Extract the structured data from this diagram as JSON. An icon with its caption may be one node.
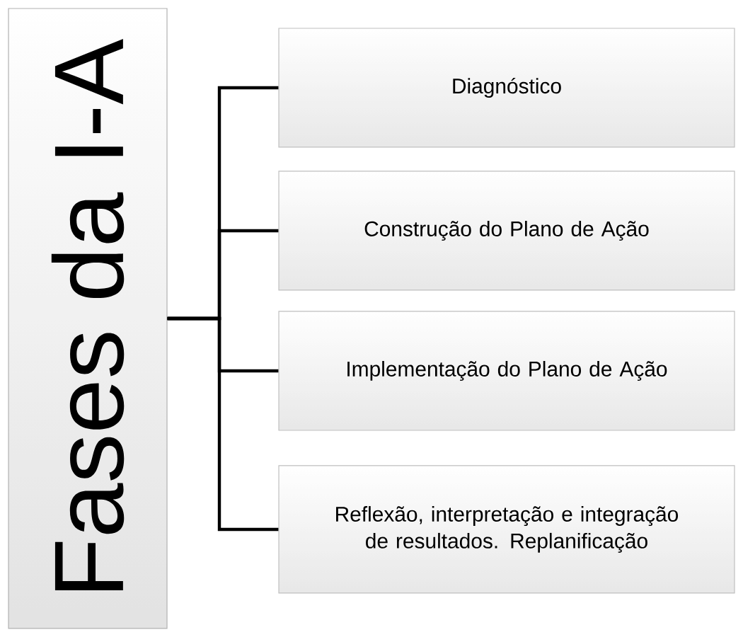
{
  "diagram": {
    "nodes": [
      {
        "text": [
          "Fases da I-A"
        ]
      },
      {
        "text": [
          "Diagnóstico"
        ]
      },
      {
        "text": [
          "Construção do Plano de Ação"
        ]
      },
      {
        "text": [
          "Implementação do Plano de Ação"
        ]
      },
      {
        "text": [
          "Reflexão, interpretação e integração de resultados. Replanificação"
        ]
      }
    ],
    "edges": [
      {
        "from": 0,
        "to": 1,
        "arrow": "none"
      },
      {
        "from": 0,
        "to": 2,
        "arrow": "none"
      },
      {
        "from": 0,
        "to": 3,
        "arrow": "none"
      },
      {
        "from": 0,
        "to": 4,
        "arrow": "none"
      }
    ]
  }
}
